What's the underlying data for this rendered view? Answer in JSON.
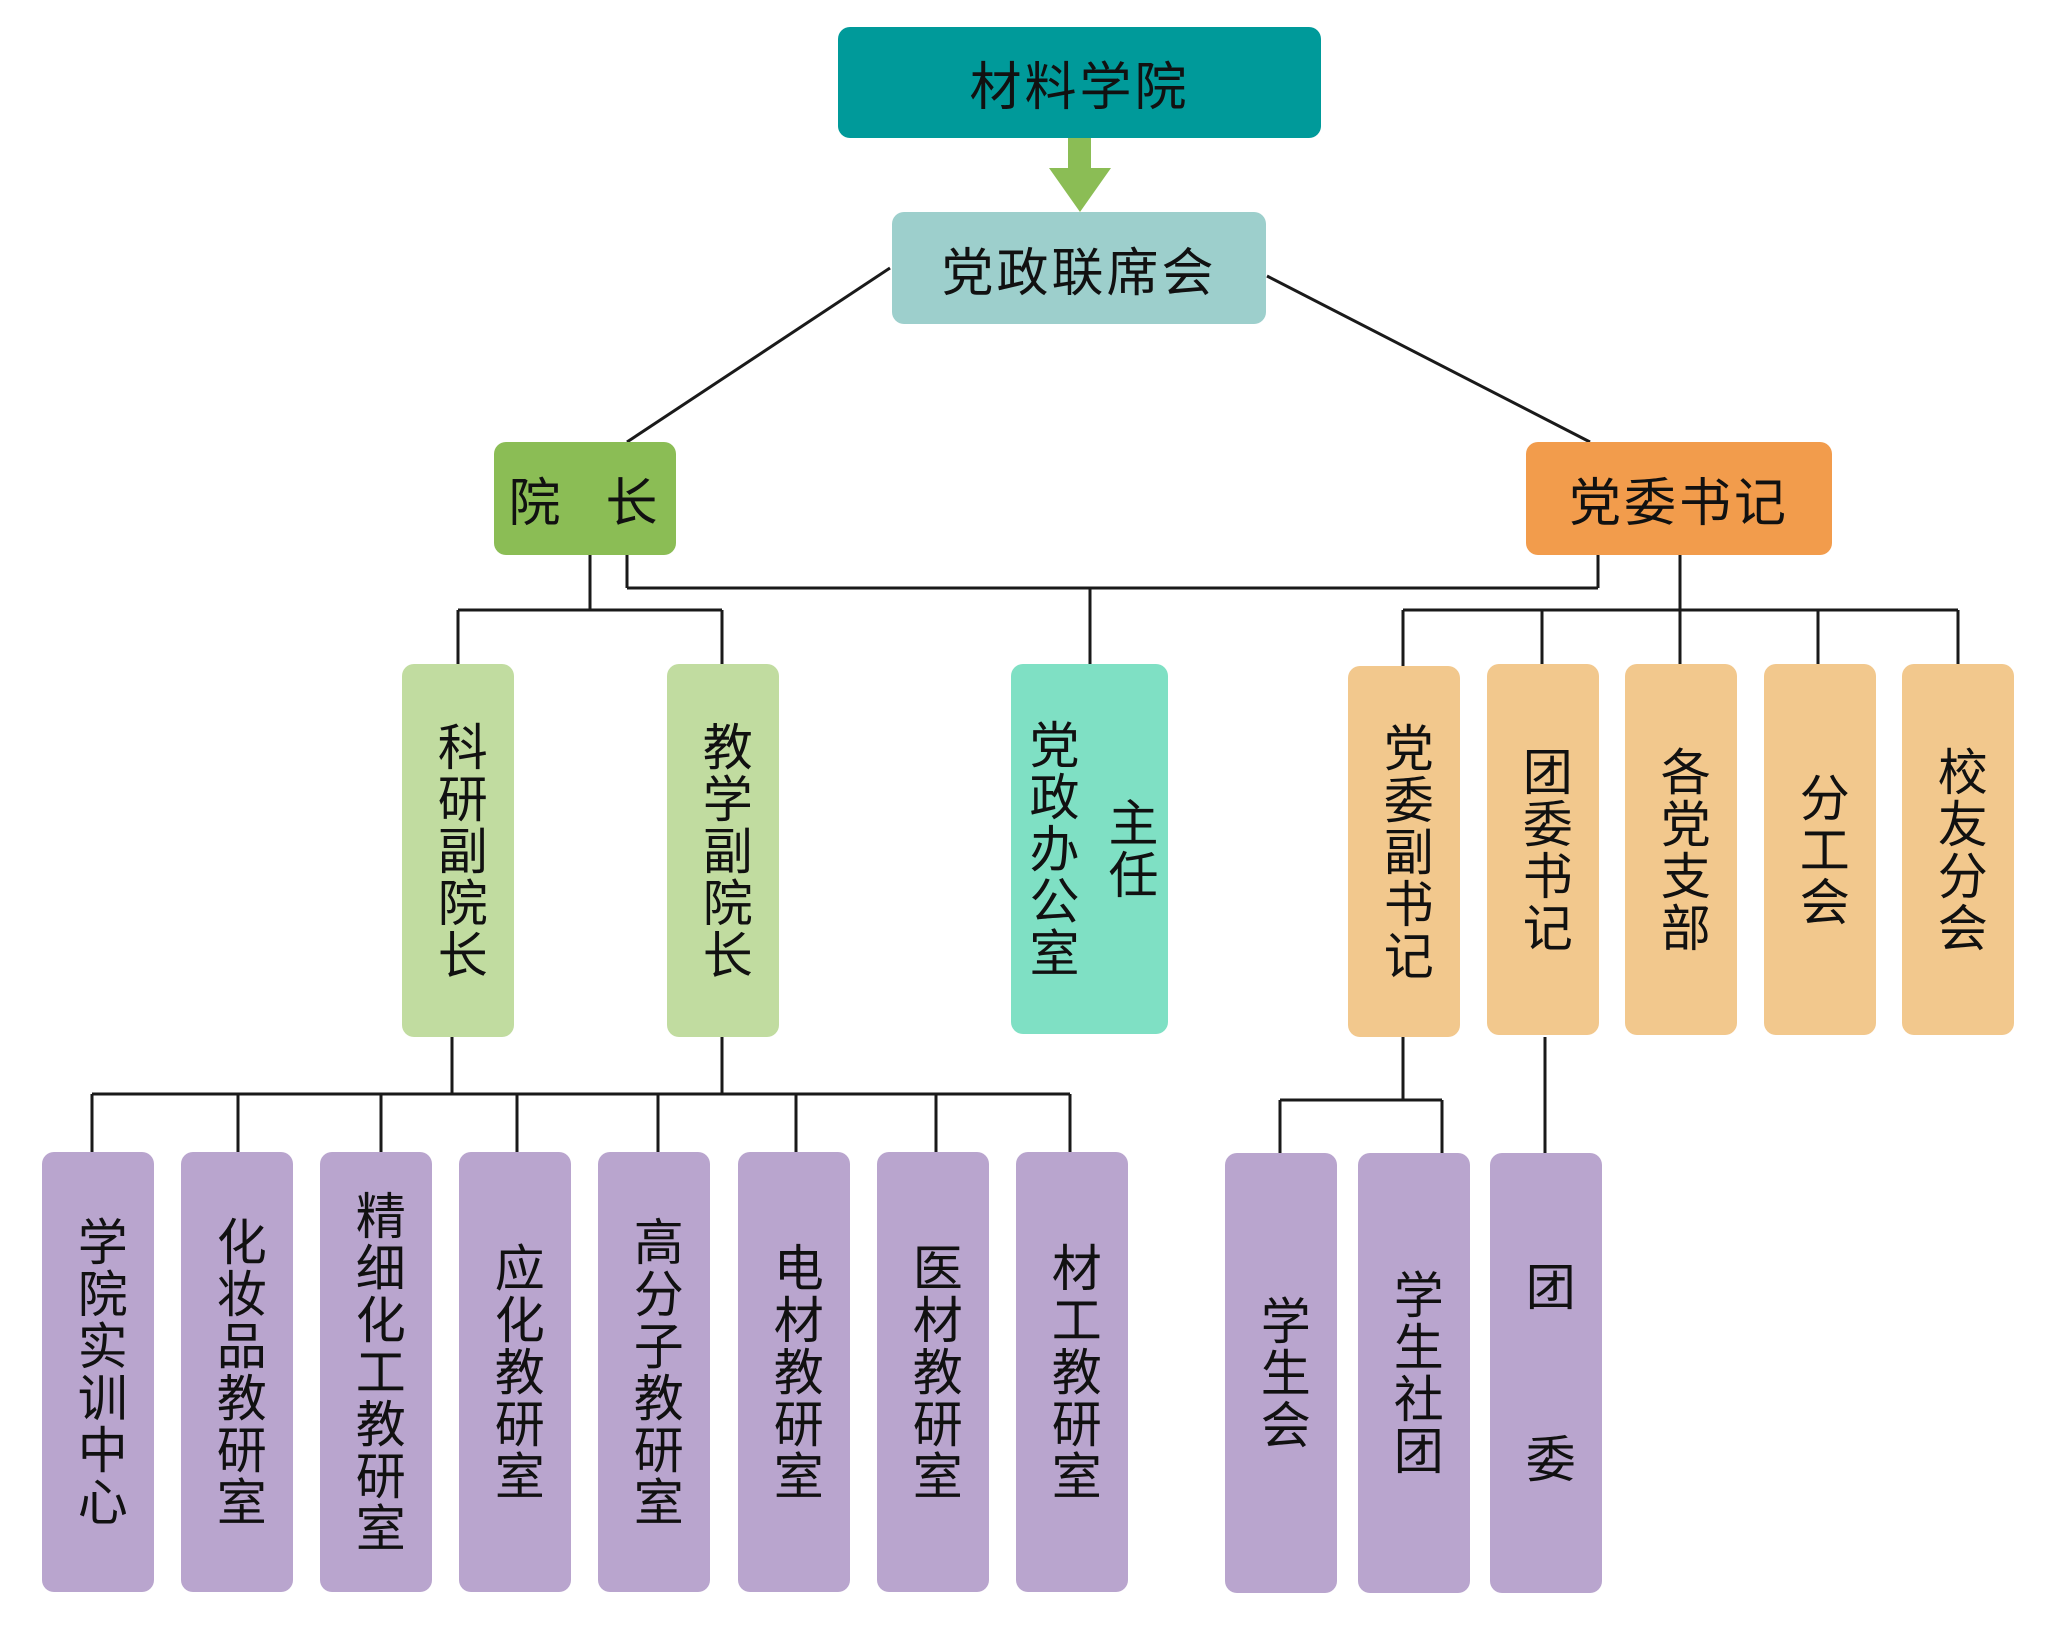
{
  "top": {
    "label": "材料学院"
  },
  "council": {
    "label": "党政联席会"
  },
  "dean": {
    "label": "院  长"
  },
  "party_secretary": {
    "label": "党委书记"
  },
  "vice_deans": {
    "research": "科研副院长",
    "teaching": "教学副院长"
  },
  "office": {
    "label": "党政办公室",
    "sub": "主任"
  },
  "party_units": [
    "党委副书记",
    "团委书记",
    "各党支部",
    "分工会",
    "校友分会"
  ],
  "departments": [
    "学院实训中心",
    "化妆品教研室",
    "精细化工教研室",
    "应化教研室",
    "高分子教研室",
    "电材教研室",
    "医材教研室",
    "材工教研室"
  ],
  "student_units": [
    "学生会",
    "学生社团"
  ],
  "league": {
    "label": "团  委"
  },
  "colors": {
    "top": "#009a9a",
    "council": "#9dcfcc",
    "dean": "#8bbd55",
    "party_secretary": "#f29c4c",
    "vice_dean": "#c1dca0",
    "office": "#7fe0c4",
    "party_unit": "#f2c88d",
    "department": "#b9a5ce",
    "arrow": "#8bbd55"
  }
}
